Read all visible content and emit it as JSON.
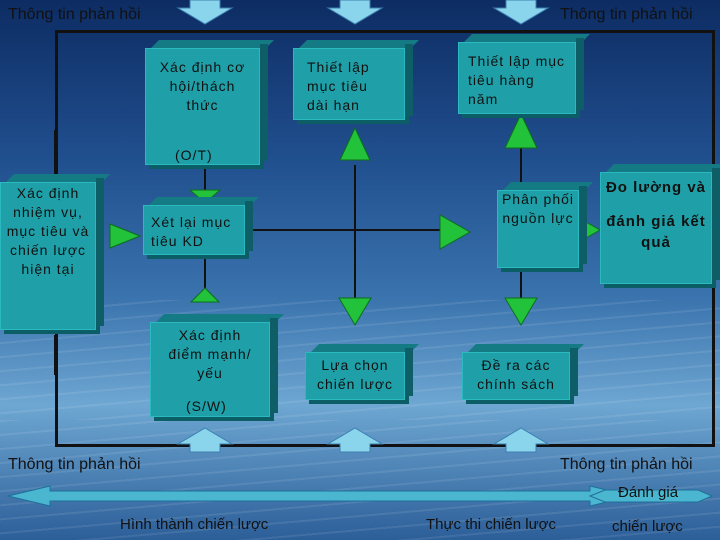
{
  "feedback": {
    "top_left": "Thông tin phản hồi",
    "top_right": "Thông tin phản hồi",
    "bottom_left": "Thông tin phản hồi",
    "bottom_right": "Thông tin phản hồi"
  },
  "boxes": {
    "opportunities": "Xác định cơ hội/thách thức",
    "opportunities_sub": "(O/T)",
    "long_term": "Thiết lập mục tiêu dài hạn",
    "annual": "Thiết lập mục tiêu hàng năm",
    "mission": "Xác định nhiệm vụ, mục tiêu và chiến lược hiện tại",
    "review": "Xét lại mục tiêu KD",
    "allocate": "Phân phối nguồn lực",
    "measure_1": "Đo lường và",
    "measure_2": "đánh giá kết quả",
    "strengths": "Xác định điểm mạnh/ yếu",
    "strengths_sub": "(S/W)",
    "choose": "Lựa chọn chiến lược",
    "policy": "Đề ra các chính sách"
  },
  "phases": {
    "formulation": "Hình thành chiến lược",
    "implementation": "Thực thi chiến lược",
    "evaluation_1": "Đánh giá",
    "evaluation_2": "chiến lược"
  },
  "colors": {
    "box": "#1fa0a8",
    "arrow_green": "#22c23a",
    "arrow_blue": "#8ad4ec",
    "phase_bar": "#4ab6d0"
  }
}
